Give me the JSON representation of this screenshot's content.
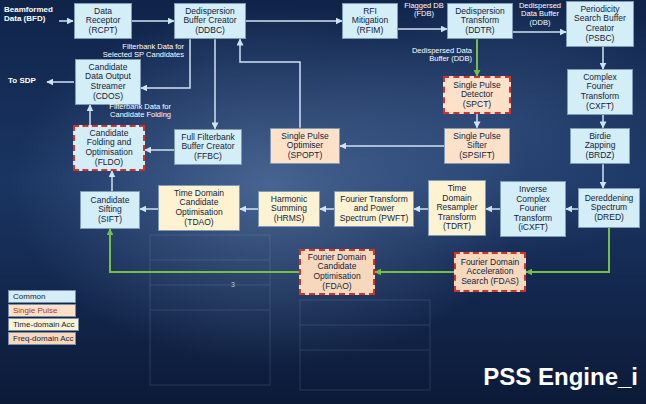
{
  "diagram": {
    "nodes": [
      {
        "text": [
          "Data Receptor (RCPT)"
        ]
      },
      {
        "text": [
          "Dedispersion Buffer Creator (DDBC)"
        ]
      },
      {
        "text": [
          "RFI Mitigation (RFIM)"
        ]
      },
      {
        "text": [
          "Dedispersion Transform (DDTR)"
        ]
      },
      {
        "text": [
          "Periodicity Search Buffer Creator (PSBC)"
        ]
      },
      {
        "text": [
          "Candidate Data Output Streamer (CDOS)"
        ]
      },
      {
        "text": [
          "Single Pulse Detector (SPCT)"
        ]
      },
      {
        "text": [
          "Complex Fourier Transform (CXFT)"
        ]
      },
      {
        "text": [
          "Candidate Folding and Optimisation (FLDO)"
        ]
      },
      {
        "text": [
          "Full Filterbank Buffer Creator (FFBC)"
        ]
      },
      {
        "text": [
          "Single Pulse Optimiser (SPOPT)"
        ]
      },
      {
        "text": [
          "Single Pulse Sifter (SPSIFT)"
        ]
      },
      {
        "text": [
          "Birdie Zapping (BRDZ)"
        ]
      },
      {
        "text": [
          "Candidate Sifting (SIFT)"
        ]
      },
      {
        "text": [
          "Time Domain Candidate Optimisation (TDAO)"
        ]
      },
      {
        "text": [
          "Harmonic Summing (HRMS)"
        ]
      },
      {
        "text": [
          "Fourier Transform and Power Spectrum (PWFT)"
        ]
      },
      {
        "text": [
          "Time Domain Resampler Transform (TDRT)"
        ]
      },
      {
        "text": [
          "Inverse Complex Fourier Transform (iCXFT)"
        ]
      },
      {
        "text": [
          "Dereddening Spectrum (DRED)"
        ]
      },
      {
        "text": [
          "Fourier Domain Candidate Optimisation (FDAO)"
        ]
      },
      {
        "text": [
          "Fourier Domain Acceleration Search (FDAS)"
        ]
      }
    ],
    "edges": [
      {
        "from": 0,
        "to": 1,
        "arrow": "to"
      },
      {
        "from": 1,
        "to": 2,
        "arrow": "to"
      },
      {
        "from": 2,
        "to": 3,
        "label": "Flagged DB (FDB)",
        "arrow": "to"
      },
      {
        "from": 3,
        "to": 4,
        "label": "Dedispersed Data Buffer (DDB)",
        "arrow": "to"
      },
      {
        "from": 3,
        "to": 6,
        "label": "Dedispersed Data Buffer (DDB)",
        "arrow": "to"
      },
      {
        "from": 1,
        "to": 5,
        "label": "Filterbank Data for Selected SP Candidates",
        "arrow": "to"
      },
      {
        "from": 1,
        "to": 9,
        "arrow": "to"
      },
      {
        "from": 10,
        "to": 1,
        "arrow": "to"
      },
      {
        "from": 6,
        "to": 11,
        "arrow": "to"
      },
      {
        "from": 11,
        "to": 10,
        "arrow": "to"
      },
      {
        "from": 9,
        "to": 8,
        "label": "Filterbank Data for Candidate Folding",
        "arrow": "to"
      },
      {
        "from": 8,
        "to": 5,
        "arrow": "to"
      },
      {
        "from": 13,
        "to": 8,
        "arrow": "to"
      },
      {
        "from": 4,
        "to": 7,
        "arrow": "to"
      },
      {
        "from": 7,
        "to": 12,
        "arrow": "to"
      },
      {
        "from": 12,
        "to": 19,
        "arrow": "to"
      },
      {
        "from": 19,
        "to": 18,
        "arrow": "to"
      },
      {
        "from": 18,
        "to": 17,
        "arrow": "to"
      },
      {
        "from": 17,
        "to": 16,
        "arrow": "to"
      },
      {
        "from": 16,
        "to": 15,
        "arrow": "to"
      },
      {
        "from": 15,
        "to": 14,
        "arrow": "to"
      },
      {
        "from": 14,
        "to": 13,
        "arrow": "to"
      },
      {
        "from": 19,
        "to": 21,
        "arrow": "to"
      },
      {
        "from": 21,
        "to": 20,
        "arrow": "to"
      },
      {
        "from": 20,
        "to": 13,
        "arrow": "to"
      }
    ],
    "labels": [
      "Beamformed Data (BFD)",
      "To SDP",
      "3",
      "PSS Engine_i"
    ],
    "legend": [
      {
        "text": "Common",
        "color": "#d4eef7"
      },
      {
        "text": "Single Pulse",
        "color": "#fde1c8"
      },
      {
        "text": "Time-domain Acc",
        "color": "#fdf3d2"
      },
      {
        "text": "Freq-domain Acc",
        "color": "#f6d9bd"
      }
    ]
  }
}
